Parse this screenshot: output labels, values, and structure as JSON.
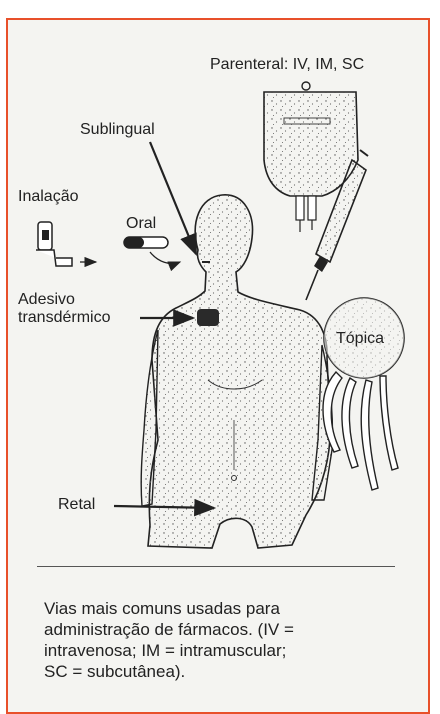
{
  "labels": {
    "parenteral": "Parenteral: IV, IM, SC",
    "sublingual": "Sublingual",
    "inalacao": "Inalação",
    "oral": "Oral",
    "adesivo_line1": "Adesivo",
    "adesivo_line2": "transdérmico",
    "topica": "Tópica",
    "retal": "Retal"
  },
  "caption": {
    "line1": "Vias mais comuns usadas para",
    "line2": "administração de fármacos. (IV =",
    "line3": "intravenosa; IM = intramuscular;",
    "line4": "SC = subcutânea)."
  },
  "colors": {
    "border": "#e8502a",
    "ink": "#222222",
    "background": "#f4f4f1"
  }
}
